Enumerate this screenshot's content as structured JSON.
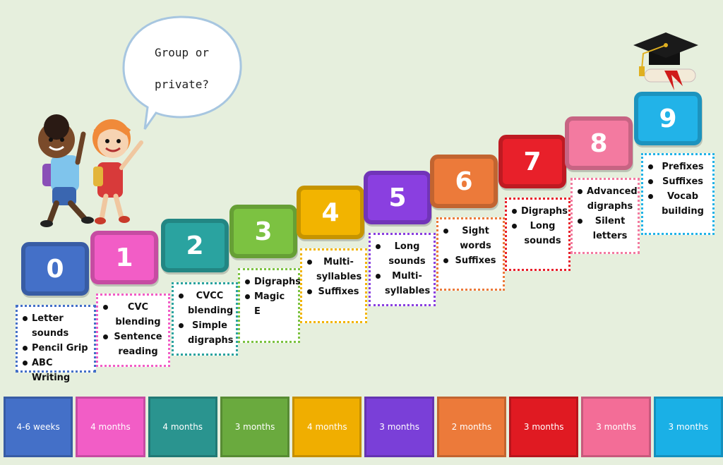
{
  "speech_bubble": {
    "line1": "Group or",
    "line2": "private?"
  },
  "steps": [
    {
      "number": "0",
      "color": "#4470c8",
      "items": [
        "Letter sounds",
        "Pencil Grip",
        "ABC Writing"
      ]
    },
    {
      "number": "1",
      "color": "#f25dc6",
      "items": [
        "CVC blending",
        "Sentence reading"
      ]
    },
    {
      "number": "2",
      "color": "#2aa3a0",
      "items": [
        "CVCC blending",
        "Simple digraphs"
      ]
    },
    {
      "number": "3",
      "color": "#7cc241",
      "items": [
        "Digraphs",
        "Magic E"
      ]
    },
    {
      "number": "4",
      "color": "#f2b400",
      "items": [
        "Multi-syllables",
        "Suffixes"
      ]
    },
    {
      "number": "5",
      "color": "#8a3fe0",
      "items": [
        "Long sounds",
        "Multi-syllables"
      ]
    },
    {
      "number": "6",
      "color": "#ec7a3a",
      "items": [
        "Sight words",
        "Suffixes"
      ]
    },
    {
      "number": "7",
      "color": "#e8202a",
      "items": [
        "Digraphs",
        "Long sounds"
      ]
    },
    {
      "number": "8",
      "color": "#f37aa0",
      "items": [
        "Advanced digraphs",
        "Silent letters"
      ]
    },
    {
      "number": "9",
      "color": "#22b3e8",
      "items": [
        "Prefixes",
        "Suffixes",
        "Vocab building"
      ]
    }
  ],
  "timeline": [
    {
      "label": "4-6 weeks",
      "color": "#4470c8"
    },
    {
      "label": "4 months",
      "color": "#f25dc6"
    },
    {
      "label": "4 months",
      "color": "#2a948f"
    },
    {
      "label": "3 months",
      "color": "#6aaa3e"
    },
    {
      "label": "4 months",
      "color": "#f0ae00"
    },
    {
      "label": "3 months",
      "color": "#7a3fd8"
    },
    {
      "label": "2 months",
      "color": "#ec7a3a"
    },
    {
      "label": "3 months",
      "color": "#e01a22"
    },
    {
      "label": "3 months",
      "color": "#f36d97"
    },
    {
      "label": "3 months",
      "color": "#1ab0e6"
    }
  ]
}
